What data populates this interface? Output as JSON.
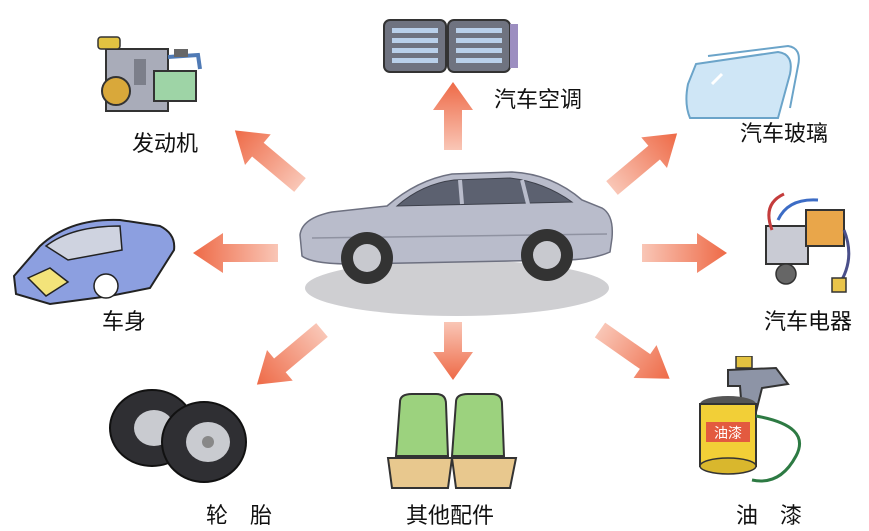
{
  "diagram": {
    "center": "car",
    "labels": {
      "engine": "发动机",
      "ac": "汽车空调",
      "glass": "汽车玻璃",
      "body": "车身",
      "electrics": "汽车电器",
      "tire": "轮　胎",
      "accessories": "其他配件",
      "paint": "油　漆"
    },
    "paint_can_text": "油漆"
  },
  "colors": {
    "arrow": "#f0714f",
    "car_body": "#b9bccb",
    "shadow": "#cfcfd2"
  }
}
